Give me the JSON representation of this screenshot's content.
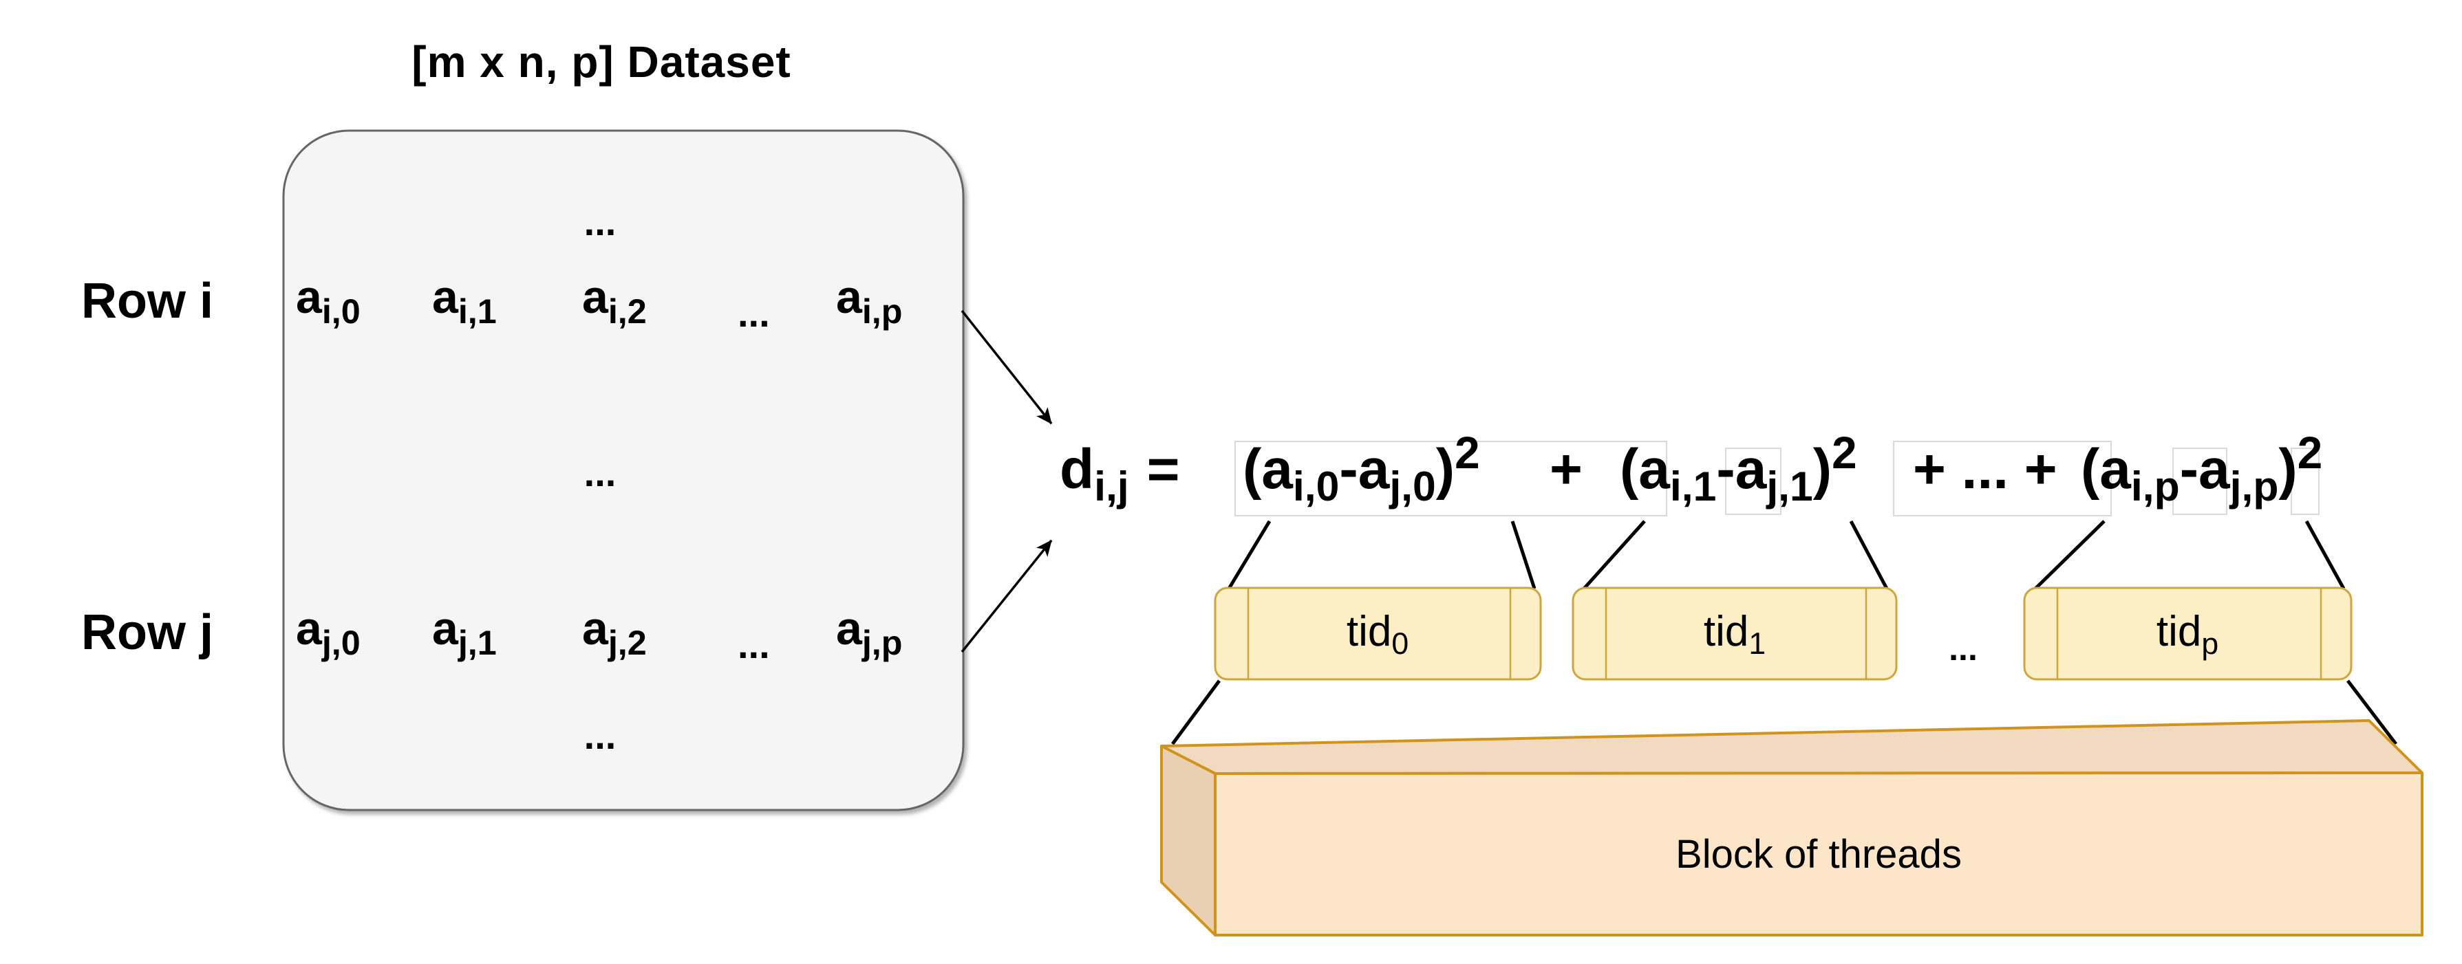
{
  "title": "[m x n, p] Dataset",
  "dataset": {
    "ellipsis_top": "...",
    "ellipsis_middle": "...",
    "ellipsis_bottom": "...",
    "row_i": {
      "label": "Row i",
      "cells": [
        {
          "base": "a",
          "sub": "i,0"
        },
        {
          "base": "a",
          "sub": "i,1"
        },
        {
          "base": "a",
          "sub": "i,2"
        },
        {
          "dots": "..."
        },
        {
          "base": "a",
          "sub": "i,p"
        }
      ]
    },
    "row_j": {
      "label": "Row j",
      "cells": [
        {
          "base": "a",
          "sub": "j,0"
        },
        {
          "base": "a",
          "sub": "j,1"
        },
        {
          "base": "a",
          "sub": "j,2"
        },
        {
          "dots": "..."
        },
        {
          "base": "a",
          "sub": "j,p"
        }
      ]
    }
  },
  "formula": {
    "lhs_base": "d",
    "lhs_sub": "i,j",
    "equals": "=",
    "terms": [
      {
        "open": "(a",
        "sub1": "i,0",
        "minus": "-a",
        "sub2": "j,0",
        "close": ")",
        "sup": "2"
      },
      {
        "open": "(a",
        "sub1": "i,1",
        "minus": "-a",
        "sub2": "j,1",
        "close": ")",
        "sup": "2"
      },
      {
        "open": "(a",
        "sub1": "i,p",
        "minus": "-a",
        "sub2": "j,p",
        "close": ")",
        "sup": "2"
      }
    ],
    "plus": "+",
    "dots_plus": "+ ... +"
  },
  "threads": {
    "tids": [
      {
        "base": "tid",
        "sub": "0"
      },
      {
        "base": "tid",
        "sub": "1"
      },
      {
        "base": "tid",
        "sub": "p"
      }
    ],
    "ellipsis": "...",
    "block_label": "Block of threads"
  },
  "colors": {
    "dataset_fill": "#F5F5F5",
    "dataset_stroke": "#666666",
    "tid_fill": "#FCEEC5",
    "tid_stroke": "#CFA53E",
    "block_front": "#FCE5C9",
    "block_top": "#F1DAC0",
    "block_side": "#EAD0B3",
    "block_stroke": "#D0931B",
    "label_box_fill": "#FFFFFF",
    "label_box_stroke": "#D9D9D9",
    "line": "#000000"
  }
}
